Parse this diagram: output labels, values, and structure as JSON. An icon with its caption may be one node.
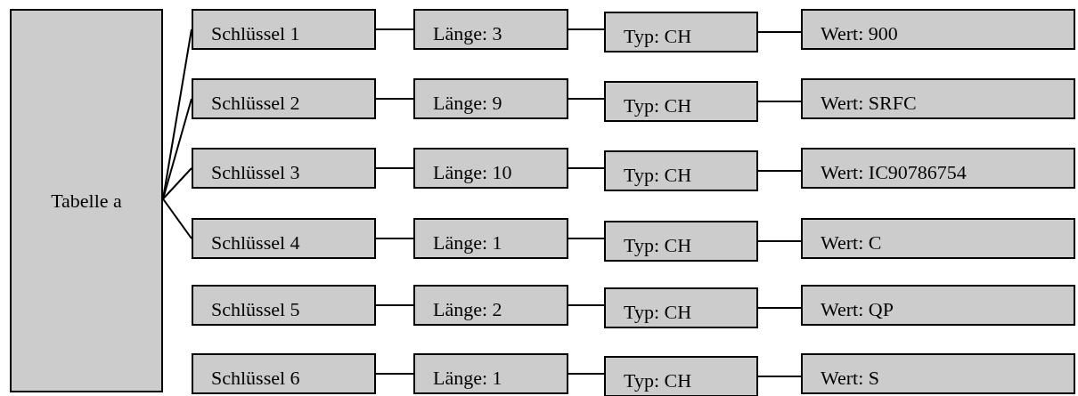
{
  "diagram": {
    "nodes": [
      {
        "text": [
          "Tabelle a"
        ]
      },
      {
        "text": [
          "Schlüssel 1"
        ]
      },
      {
        "text": [
          "Länge: 3"
        ]
      },
      {
        "text": [
          "Typ: CH"
        ]
      },
      {
        "text": [
          "Wert: 900"
        ]
      },
      {
        "text": [
          "Schlüssel 2"
        ]
      },
      {
        "text": [
          "Länge: 9"
        ]
      },
      {
        "text": [
          "Typ: CH"
        ]
      },
      {
        "text": [
          "Wert: SRFC"
        ]
      },
      {
        "text": [
          "Schlüssel 3"
        ]
      },
      {
        "text": [
          "Länge: 10"
        ]
      },
      {
        "text": [
          "Typ: CH"
        ]
      },
      {
        "text": [
          "Wert: IC90786754"
        ]
      },
      {
        "text": [
          "Schlüssel 4"
        ]
      },
      {
        "text": [
          "Länge: 1"
        ]
      },
      {
        "text": [
          "Typ: CH"
        ]
      },
      {
        "text": [
          "Wert: C"
        ]
      },
      {
        "text": [
          "Schlüssel 5"
        ]
      },
      {
        "text": [
          "Länge: 2"
        ]
      },
      {
        "text": [
          "Typ: CH"
        ]
      },
      {
        "text": [
          "Wert: QP"
        ]
      },
      {
        "text": [
          "Schlüssel 6"
        ]
      },
      {
        "text": [
          "Länge: 1"
        ]
      },
      {
        "text": [
          "Typ: CH"
        ]
      },
      {
        "text": [
          "Wert: S"
        ]
      }
    ],
    "edges": [
      {
        "from": 0,
        "to": 1,
        "arrow": "none"
      },
      {
        "from": 0,
        "to": 5,
        "arrow": "none"
      },
      {
        "from": 0,
        "to": 9,
        "arrow": "none"
      },
      {
        "from": 0,
        "to": 13,
        "arrow": "none"
      },
      {
        "from": 1,
        "to": 2,
        "arrow": "none"
      },
      {
        "from": 2,
        "to": 3,
        "arrow": "none"
      },
      {
        "from": 3,
        "to": 4,
        "arrow": "none"
      },
      {
        "from": 5,
        "to": 6,
        "arrow": "none"
      },
      {
        "from": 6,
        "to": 7,
        "arrow": "none"
      },
      {
        "from": 7,
        "to": 8,
        "arrow": "none"
      },
      {
        "from": 9,
        "to": 10,
        "arrow": "none"
      },
      {
        "from": 10,
        "to": 11,
        "arrow": "none"
      },
      {
        "from": 11,
        "to": 12,
        "arrow": "none"
      },
      {
        "from": 13,
        "to": 14,
        "arrow": "none"
      },
      {
        "from": 14,
        "to": 15,
        "arrow": "none"
      },
      {
        "from": 15,
        "to": 16,
        "arrow": "none"
      },
      {
        "from": 17,
        "to": 18,
        "arrow": "none"
      },
      {
        "from": 18,
        "to": 19,
        "arrow": "none"
      },
      {
        "from": 19,
        "to": 20,
        "arrow": "none"
      },
      {
        "from": 21,
        "to": 22,
        "arrow": "none"
      },
      {
        "from": 22,
        "to": 23,
        "arrow": "none"
      },
      {
        "from": 23,
        "to": 24,
        "arrow": "none"
      }
    ]
  }
}
